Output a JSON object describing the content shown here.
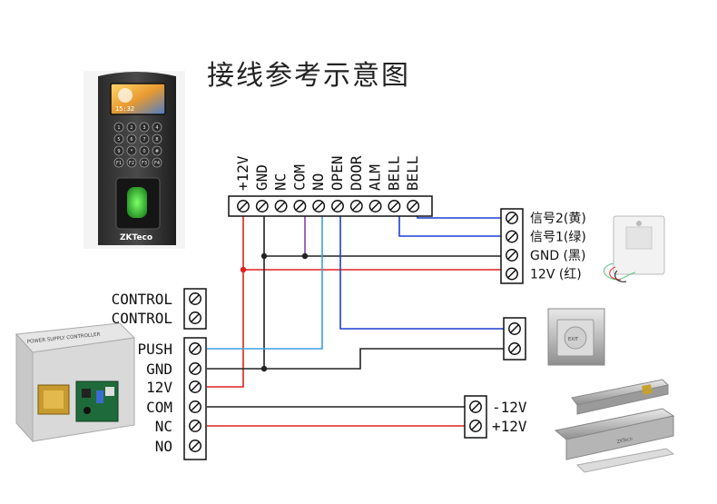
{
  "title": "接线参考示意图",
  "reader": {
    "brand": "ZKTeco",
    "screen_time": "15:32",
    "keys": [
      "1",
      "2",
      "3",
      "4",
      "5",
      "6",
      "7",
      "8",
      "9",
      "*",
      "0",
      "#",
      "F1",
      "F2",
      "F3",
      "F4"
    ]
  },
  "top_terminals": [
    "+12V",
    "GND",
    "NC",
    "COM",
    "NO",
    "OPEN",
    "DOOR",
    "ALM",
    "BELL",
    "BELL"
  ],
  "doorbell_terminals": [
    "信号2(黄)",
    "信号1(绿)",
    "GND (黑)",
    "12V (红)"
  ],
  "psu_label": "POWER SUPPLY CONTROLLER",
  "psu_terminals": [
    "CONTROL",
    "CONTROL",
    "PUSH",
    "GND",
    "12V",
    "COM",
    "NC",
    "NO"
  ],
  "lock_terminals": [
    "-12V",
    "+12V"
  ],
  "colors": {
    "red": "#e02020",
    "black": "#222222",
    "blue": "#1f3fd6",
    "light_blue": "#3aa0e0",
    "purple": "#8a3fb0"
  }
}
